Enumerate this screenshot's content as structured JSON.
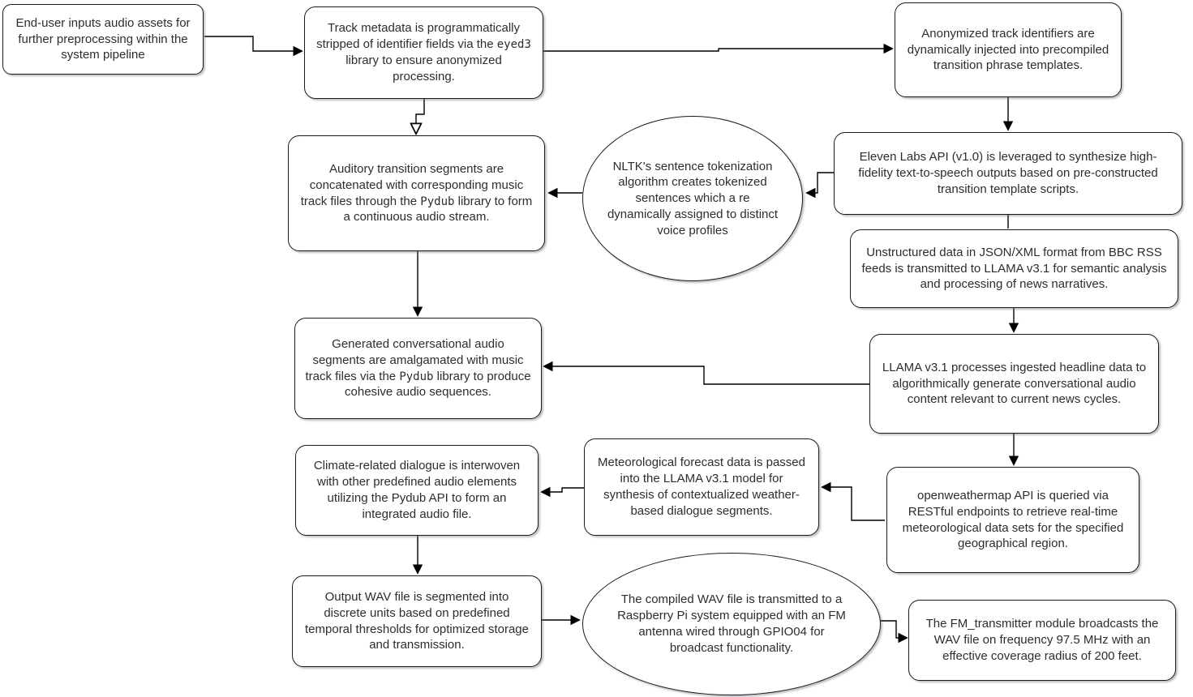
{
  "diagram": {
    "title": "Automated FM radio broadcast pipeline flowchart",
    "colors": {
      "background": "#ffffff",
      "node_fill": "#ffffff",
      "node_border": "#1a1a1a",
      "connector": "#000000",
      "shadow": "#6e6e7d"
    },
    "nodes": {
      "input_assets": {
        "text": "End-user inputs audio assets for further preprocessing within the system pipeline"
      },
      "strip_metadata": {
        "pre": "Track metadata is programmatically stripped of identifier fields via the ",
        "code": "eyed3",
        "post": " library to ensure anonymized processing."
      },
      "inject_identifiers": {
        "text": "Anonymized track identifiers are dynamically injected into precompiled transition phrase templates."
      },
      "eleven_labs": {
        "text": "Eleven Labs API (v1.0) is leveraged to synthesize high-fidelity text-to-speech outputs based on pre-constructed transition template scripts."
      },
      "nltk_tokenize": {
        "text": "NLTK's sentence tokenization algorithm creates tokenized sentences which a re dynamically assigned to distinct voice profiles"
      },
      "concatenate_transitions": {
        "pre": "Auditory transition segments are concatenated with corresponding music track files through the ",
        "code": "Pydub",
        "post": " library to form a continuous audio stream."
      },
      "bbc_feeds": {
        "text": "Unstructured data in JSON/XML format from BBC RSS feeds is transmitted to LLAMA v3.1 for semantic analysis and processing of news narratives."
      },
      "merge_conversational": {
        "pre": "Generated conversational audio segments are amalgamated with music track files via the ",
        "code": "Pydub",
        "post": " library to produce cohesive audio sequences."
      },
      "llama_headlines": {
        "text": "LLAMA v3.1 processes ingested headline data to algorithmically generate conversational audio content relevant to current news cycles."
      },
      "climate_interweave": {
        "text": "Climate-related dialogue is interwoven with other predefined audio elements utilizing the Pydub API to form an integrated audio file."
      },
      "weather_dialogue": {
        "text": "Meteorological forecast data is passed into the LLAMA v3.1 model for synthesis of contextualized weather-based dialogue segments."
      },
      "openweathermap": {
        "text": "openweathermap API is queried via RESTful endpoints to retrieve real-time meteorological data sets for the specified geographical region."
      },
      "segment_wav": {
        "text": "Output WAV file is segmented into discrete units based on predefined temporal thresholds for optimized storage and transmission."
      },
      "raspberry_pi": {
        "text": "The compiled WAV file is transmitted to a Raspberry Pi system equipped with an FM antenna wired through GPIO04 for broadcast functionality."
      },
      "fm_broadcast": {
        "text": "The FM_transmitter module broadcasts the WAV file on frequency 97.5 MHz with an effective coverage radius of 200 feet."
      }
    }
  }
}
